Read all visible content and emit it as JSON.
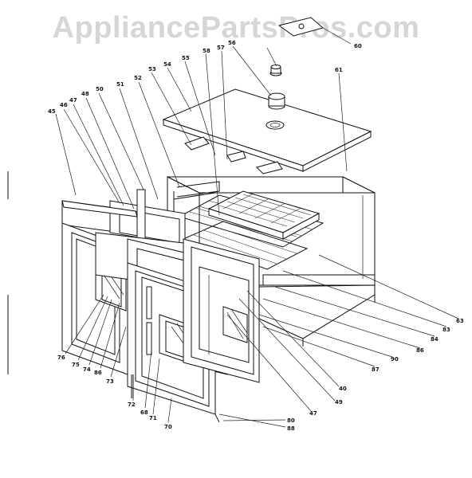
{
  "watermark": "AppliancePartsPros.com",
  "callouts": {
    "c45": "45",
    "c46": "46",
    "c47": "47",
    "c48": "48",
    "c50": "50",
    "c51": "51",
    "c52": "52",
    "c53": "53",
    "c54": "54",
    "c55": "55",
    "c56": "56",
    "c57": "57",
    "c58": "58",
    "c60": "60",
    "c61": "61",
    "r63": "63",
    "r83": "83",
    "r84": "84",
    "r86": "86",
    "r90": "90",
    "r87": "87",
    "r40": "40",
    "r49": "49",
    "r47": "47",
    "r80": "80",
    "r88": "88",
    "b76": "76",
    "b75": "75",
    "b74": "74",
    "b86": "86",
    "b73": "73",
    "b72": "72",
    "b68": "68",
    "b71": "71",
    "b70": "70"
  }
}
